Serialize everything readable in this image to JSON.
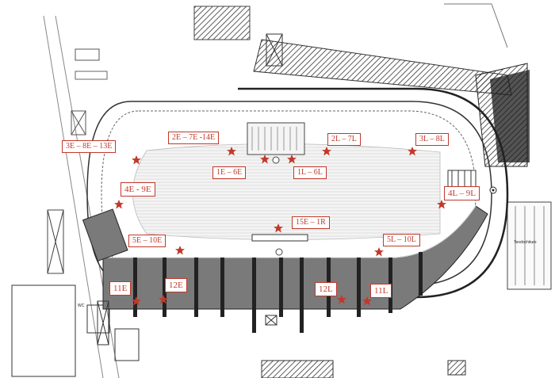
{
  "accent_color": "#c0392b",
  "marker_shape": "star-icon",
  "labels": {
    "l_3e_8e_13e": "3E – 8E – 13E",
    "l_2e_7e_14e": "2E – 7E -14E",
    "l_2l_7l": "2L – 7L",
    "l_3l_8l": "3L – 8L",
    "l_1e_6e": "1E – 6E",
    "l_1l_6l": "1L – 6L",
    "l_4e_9e": "4E - 9E",
    "l_4l_9l": "4L – 9L",
    "l_15e_1r": "15E – 1R",
    "l_5e_10e": "5E – 10E",
    "l_5l_10l": "5L – 10L",
    "l_11e": "11E",
    "l_12e": "12E",
    "l_12l": "12L",
    "l_11l": "11L"
  },
  "map_text": {
    "wc": "WC",
    "right_area": "Teodochiture"
  }
}
